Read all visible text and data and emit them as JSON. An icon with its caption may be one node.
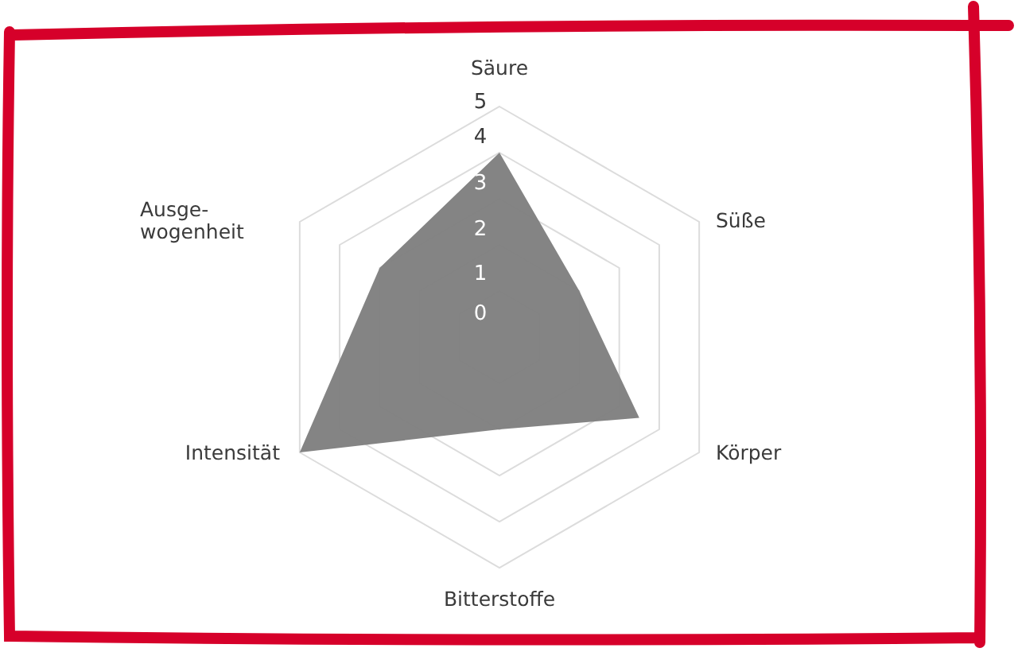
{
  "diagram": {
    "labels": [
      "Säure",
      "5",
      "4",
      "Süße",
      "Ausge- wogenheit",
      "3",
      "2",
      "1",
      "0",
      "Intensität",
      "Körper",
      "Bitterstoffe"
    ]
  }
}
